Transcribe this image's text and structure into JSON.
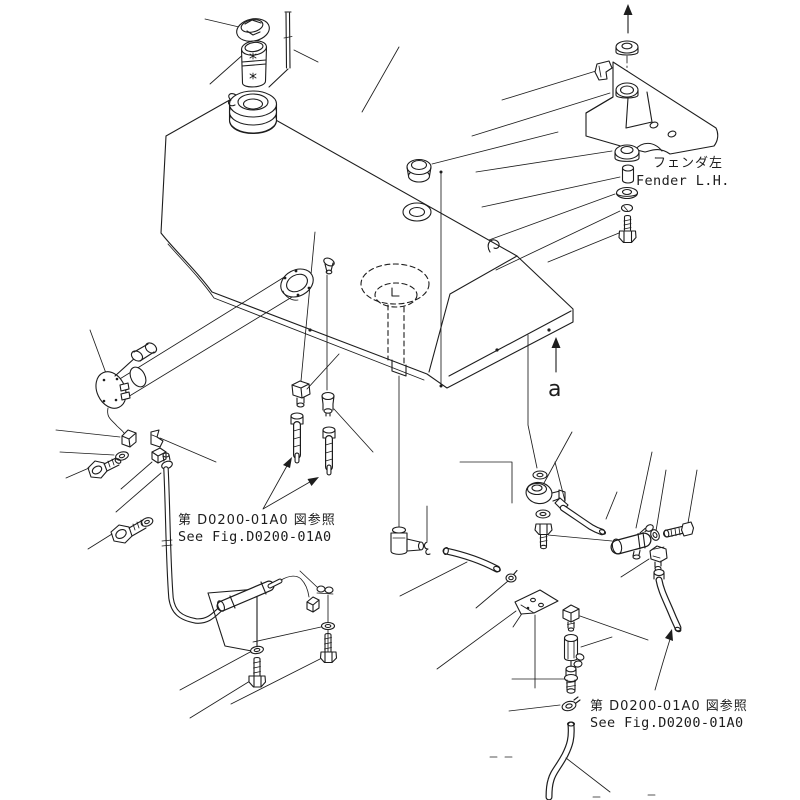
{
  "page": {
    "background": "#ffffff",
    "line_color": "#1d1d1d"
  },
  "labels": {
    "fender": {
      "jp": "フェンダ左",
      "en": "Fender L.H."
    },
    "ref_note_top": {
      "jp": "第 D0200-01A0 図参照",
      "en": "See Fig.D0200-01A0"
    },
    "ref_note_bottom": {
      "jp": "第 D0200-01A0 図参照",
      "en": "See Fig.D0200-01A0"
    },
    "view_marker": "a"
  }
}
